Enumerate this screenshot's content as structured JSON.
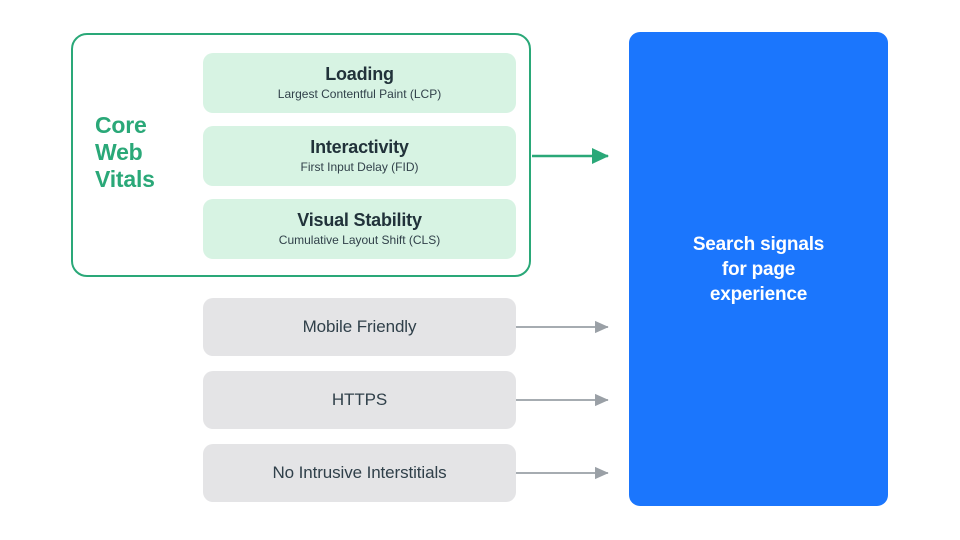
{
  "diagram": {
    "title": "Search signals for page experience",
    "colors": {
      "accent_green": "#2aa878",
      "card_green": "#d7f3e3",
      "box_gray": "#e4e4e6",
      "panel_blue": "#1b76fd",
      "text_dark": "#21323a",
      "arrow_gray": "#9aa0a6",
      "white": "#ffffff"
    },
    "core_web_vitals": {
      "group_label": "Core\nWeb\nVitals",
      "group_label_lines": [
        "Core",
        "Web",
        "Vitals"
      ],
      "cards": [
        {
          "title": "Loading",
          "subtitle": "Largest Contentful Paint (LCP)",
          "metric_abbr": "LCP"
        },
        {
          "title": "Interactivity",
          "subtitle": "First Input Delay (FID)",
          "metric_abbr": "FID"
        },
        {
          "title": "Visual Stability",
          "subtitle": "Cumulative Layout Shift (CLS)",
          "metric_abbr": "CLS"
        }
      ]
    },
    "other_signals": [
      {
        "label": "Mobile Friendly"
      },
      {
        "label": "HTTPS"
      },
      {
        "label": "No Intrusive Interstitials"
      }
    ],
    "result_panel": {
      "text": "Search signals\nfor page\nexperience",
      "lines": [
        "Search signals",
        "for page",
        "experience"
      ]
    },
    "connectors": [
      {
        "name": "core-web-vitals-arrow",
        "color": "#2aa878"
      },
      {
        "name": "mobile-friendly-arrow",
        "color": "#9aa0a6"
      },
      {
        "name": "https-arrow",
        "color": "#9aa0a6"
      },
      {
        "name": "no-intrusive-interstitials-arrow",
        "color": "#9aa0a6"
      }
    ]
  }
}
